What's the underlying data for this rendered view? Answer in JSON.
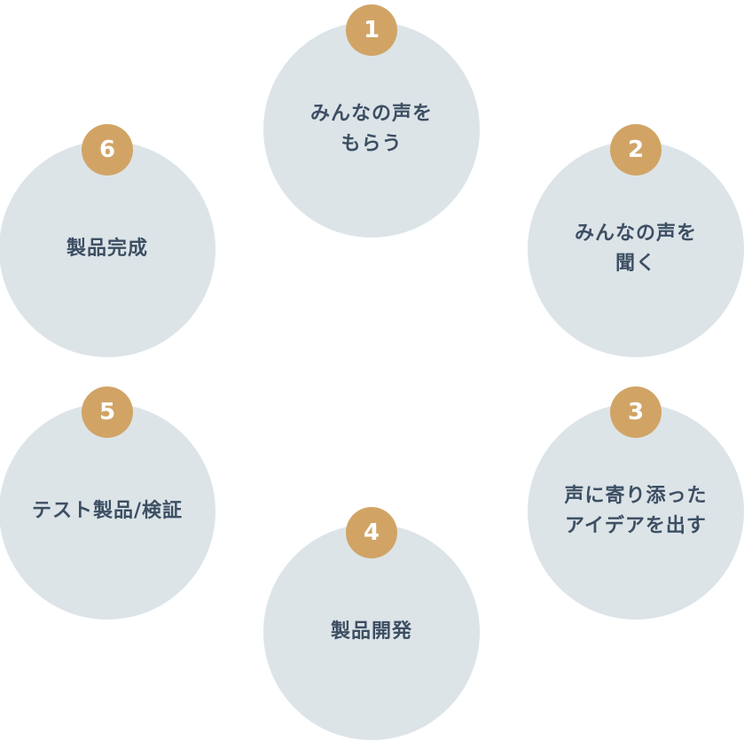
{
  "diagram": {
    "type": "circular-process",
    "steps": [
      {
        "number": "1",
        "label": "みんなの声を\nもらう",
        "position": "top-center"
      },
      {
        "number": "2",
        "label": "みんなの声を\n聞く",
        "position": "right-top"
      },
      {
        "number": "3",
        "label": "声に寄り添った\nアイデアを出す",
        "position": "right-bottom"
      },
      {
        "number": "4",
        "label": "製品開発",
        "position": "bottom-center"
      },
      {
        "number": "5",
        "label": "テスト製品/検証",
        "position": "left-bottom"
      },
      {
        "number": "6",
        "label": "製品完成",
        "position": "left-top"
      }
    ]
  },
  "colors": {
    "circle_fill": "#dce4e8",
    "badge_fill": "#d1a466",
    "badge_text": "#ffffff",
    "label_text": "#3d4f63",
    "background": "#ffffff"
  }
}
